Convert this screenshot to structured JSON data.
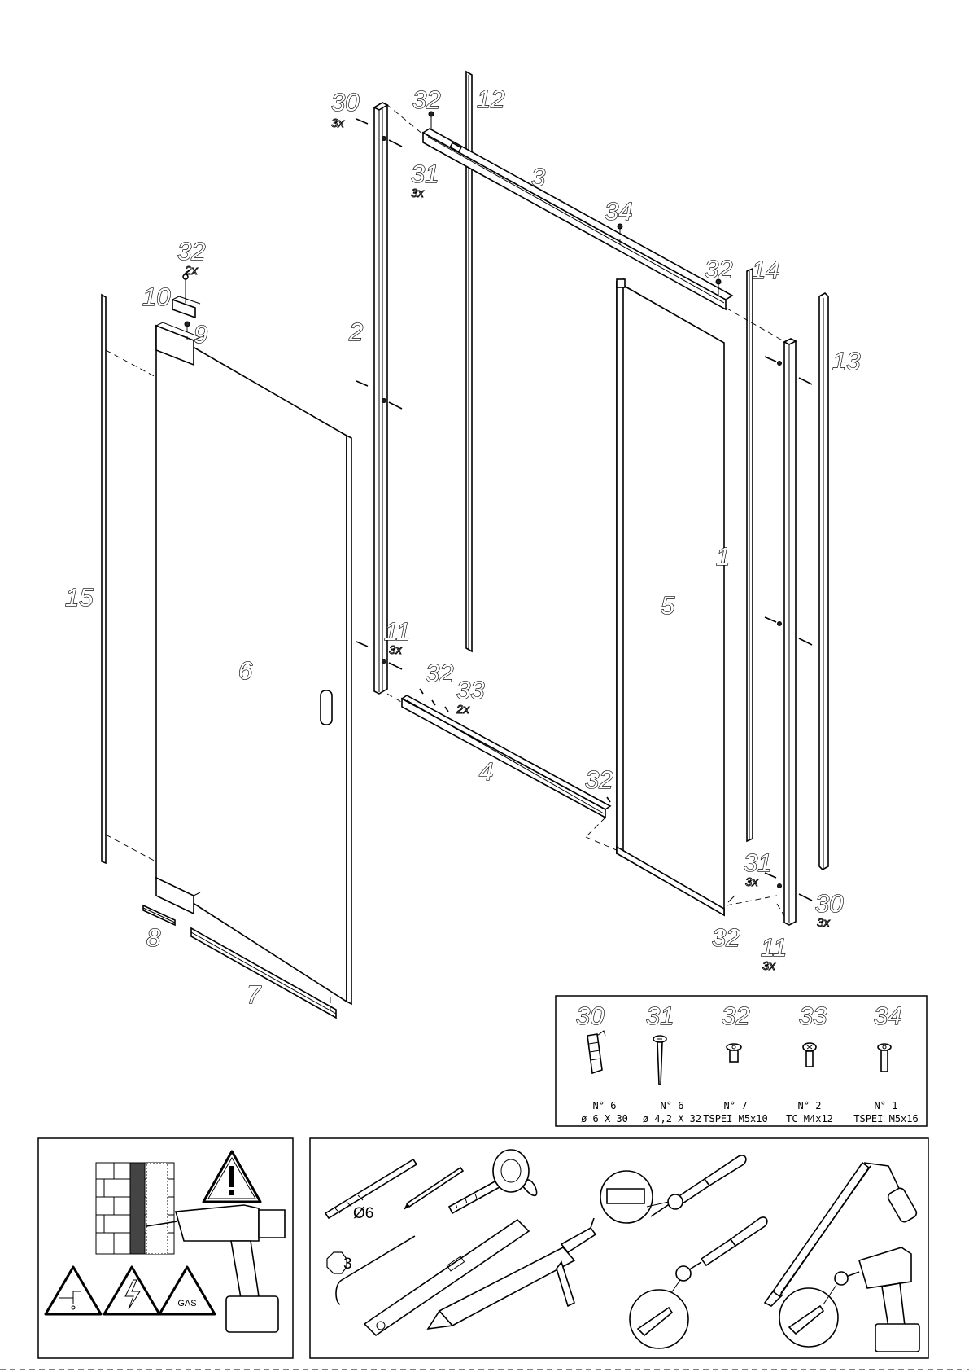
{
  "parts": {
    "p1": "1",
    "p2": "2",
    "p3": "3",
    "p4": "4",
    "p5": "5",
    "p6": "6",
    "p7": "7",
    "p8": "8",
    "p9": "9",
    "p10": "10",
    "p11": "11",
    "p12": "12",
    "p13": "13",
    "p14": "14",
    "p15": "15",
    "p30": "30",
    "p31": "31",
    "p32": "32",
    "p33": "33",
    "p34": "34"
  },
  "quantities": {
    "q3x": "3x",
    "q2x": "2x"
  },
  "legend": {
    "items": [
      {
        "num": "30",
        "count": "N° 6",
        "spec": "ø 6 X 30"
      },
      {
        "num": "31",
        "count": "N° 6",
        "spec": "ø 4,2 X 32"
      },
      {
        "num": "32",
        "count": "N° 7",
        "spec": "TSPEI M5x10"
      },
      {
        "num": "33",
        "count": "N° 2",
        "spec": "TC M4x12"
      },
      {
        "num": "34",
        "count": "N° 1",
        "spec": "TSPEI M5x16"
      }
    ]
  },
  "tools": {
    "drill_bit": "Ø6",
    "hex_key": "3",
    "gas_sign": "GAS"
  },
  "icons": [
    "warning-exclamation-icon",
    "water-pipe-warning-icon",
    "electric-warning-icon",
    "gas-warning-icon",
    "drill-icon",
    "drill-bit-icon",
    "pencil-icon",
    "tape-measure-icon",
    "hex-key-icon",
    "spirit-level-icon",
    "silicone-gun-icon",
    "flat-screwdriver-icon",
    "phillips-screwdriver-icon",
    "hacksaw-icon",
    "cordless-drill-icon"
  ]
}
